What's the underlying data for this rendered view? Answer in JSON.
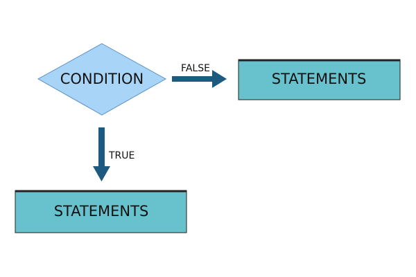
{
  "diagram": {
    "nodes": {
      "condition": {
        "shape": "diamond",
        "label": "CONDITION",
        "fill": "#a8d4f8",
        "stroke": "#5b8fc7"
      },
      "false_statements": {
        "shape": "rectangle",
        "label": "STATEMENTS",
        "fill": "#68c2cd",
        "stroke": "#222222"
      },
      "true_statements": {
        "shape": "rectangle",
        "label": "STATEMENTS",
        "fill": "#68c2cd",
        "stroke": "#222222"
      }
    },
    "edges": {
      "false": {
        "from": "condition",
        "to": "false_statements",
        "label": "FALSE"
      },
      "true": {
        "from": "condition",
        "to": "true_statements",
        "label": "TRUE"
      }
    },
    "colors": {
      "arrow": "#1d5a80",
      "background": "#ffffff"
    }
  }
}
